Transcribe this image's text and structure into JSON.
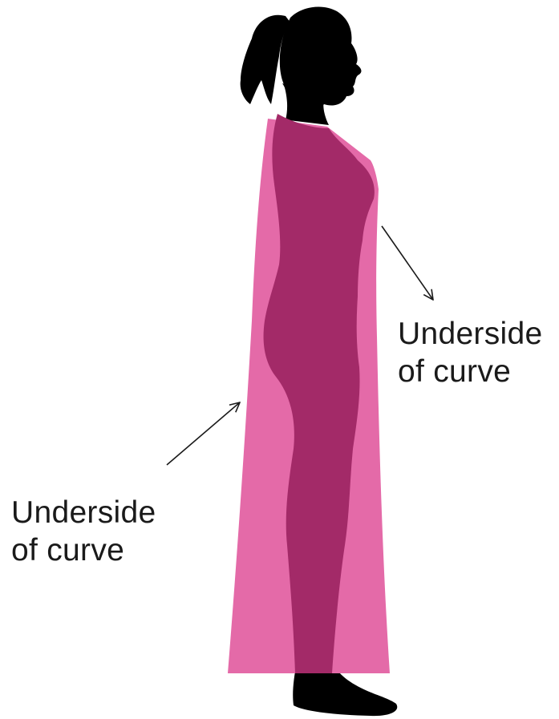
{
  "labels": {
    "upper": {
      "line1": "Underside",
      "line2": "of curve"
    },
    "lower": {
      "line1": "Underside",
      "line2": "of curve"
    }
  },
  "colors": {
    "background": "#ffffff",
    "silhouette": "#000000",
    "dress_outer": "#e46aa8",
    "body_fill": "#a32a68",
    "arrow": "#1a1a1a",
    "text": "#1a1a1a"
  }
}
